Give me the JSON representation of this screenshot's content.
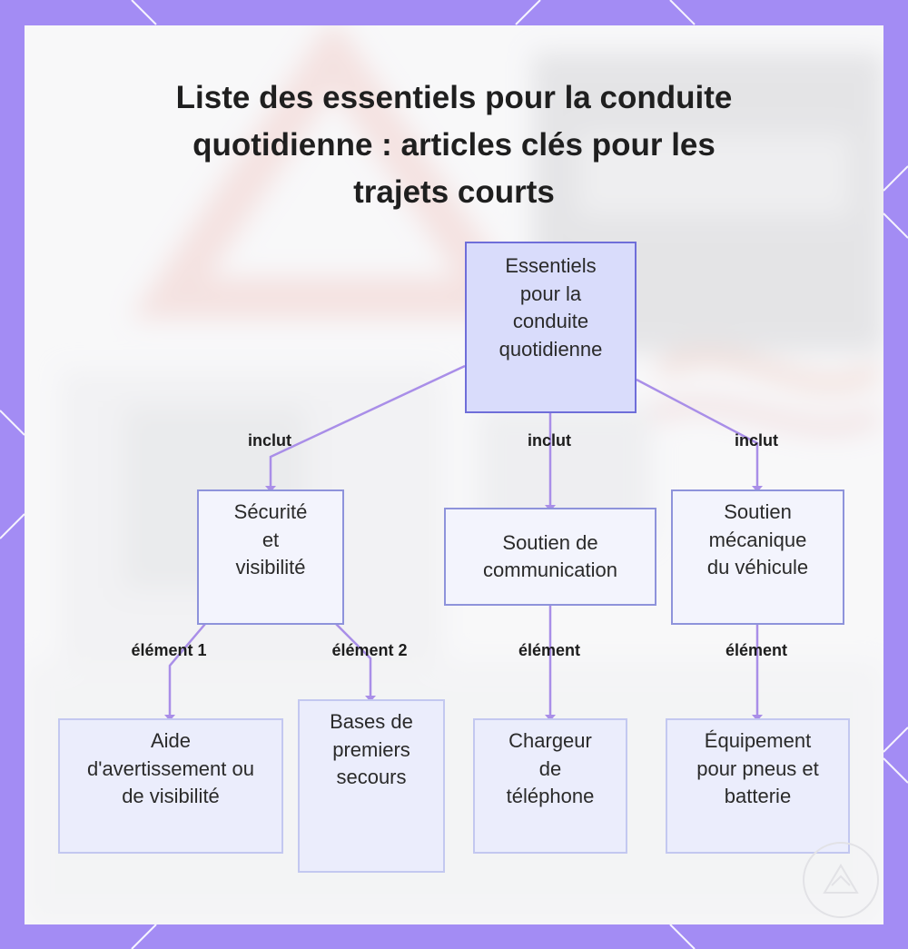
{
  "title": "Liste des essentiels pour la conduite quotidienne : articles clés pour les trajets courts",
  "nodes": {
    "root": "Essentiels pour la conduite quotidienne",
    "safety": "Sécurité et visibilité",
    "communication": "Soutien de communication",
    "mechanical": "Soutien mécanique du véhicule",
    "warning_aid": "Aide d'avertissement ou de visibilité",
    "first_aid": "Bases de premiers secours",
    "phone_charger": "Chargeur de téléphone",
    "tire_battery": "Équipement pour pneus et batterie"
  },
  "edge_labels": {
    "root_safety": "inclut",
    "root_communication": "inclut",
    "root_mechanical": "inclut",
    "safety_warning": "élément 1",
    "safety_firstaid": "élément 2",
    "communication_charger": "élément",
    "mechanical_tire": "élément"
  },
  "colors": {
    "frame": "#a38cf4",
    "root_fill": "#d9dcfb",
    "node_fill": "#f2f4fe",
    "node_border": "#8e93db",
    "edge": "#a98ee8"
  }
}
